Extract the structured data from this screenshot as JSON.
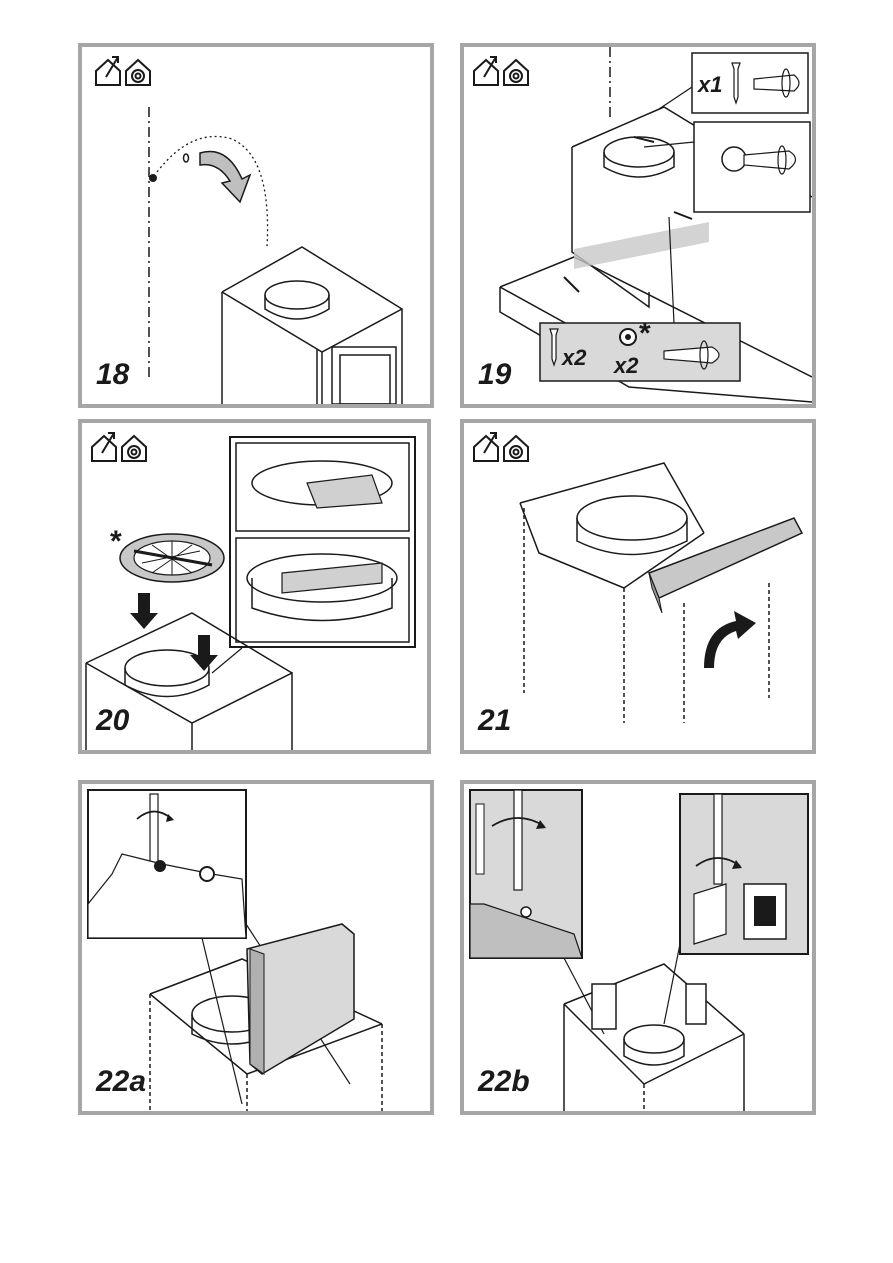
{
  "panels": [
    {
      "number": "18",
      "icons": [
        "ducted-mode-icon",
        "recirculation-mode-icon"
      ]
    },
    {
      "number": "19",
      "icons": [
        "ducted-mode-icon",
        "recirculation-mode-icon"
      ],
      "labels": {
        "screw_top_qty": "x1",
        "screw_bottom_qty": "x2",
        "washer_qty": "x2",
        "washer_mark": "*"
      }
    },
    {
      "number": "20",
      "icons": [
        "ducted-mode-icon",
        "recirculation-mode-icon"
      ],
      "labels": {
        "filter_mark": "*"
      }
    },
    {
      "number": "21",
      "icons": [
        "ducted-mode-icon",
        "recirculation-mode-icon"
      ]
    },
    {
      "number": "22a",
      "icons": []
    },
    {
      "number": "22b",
      "icons": []
    }
  ],
  "colors": {
    "frame": "#a6a6a6",
    "line": "#1a1a1a",
    "shade": "#c8c8c8",
    "panel_fill": "#d9d9d9"
  }
}
